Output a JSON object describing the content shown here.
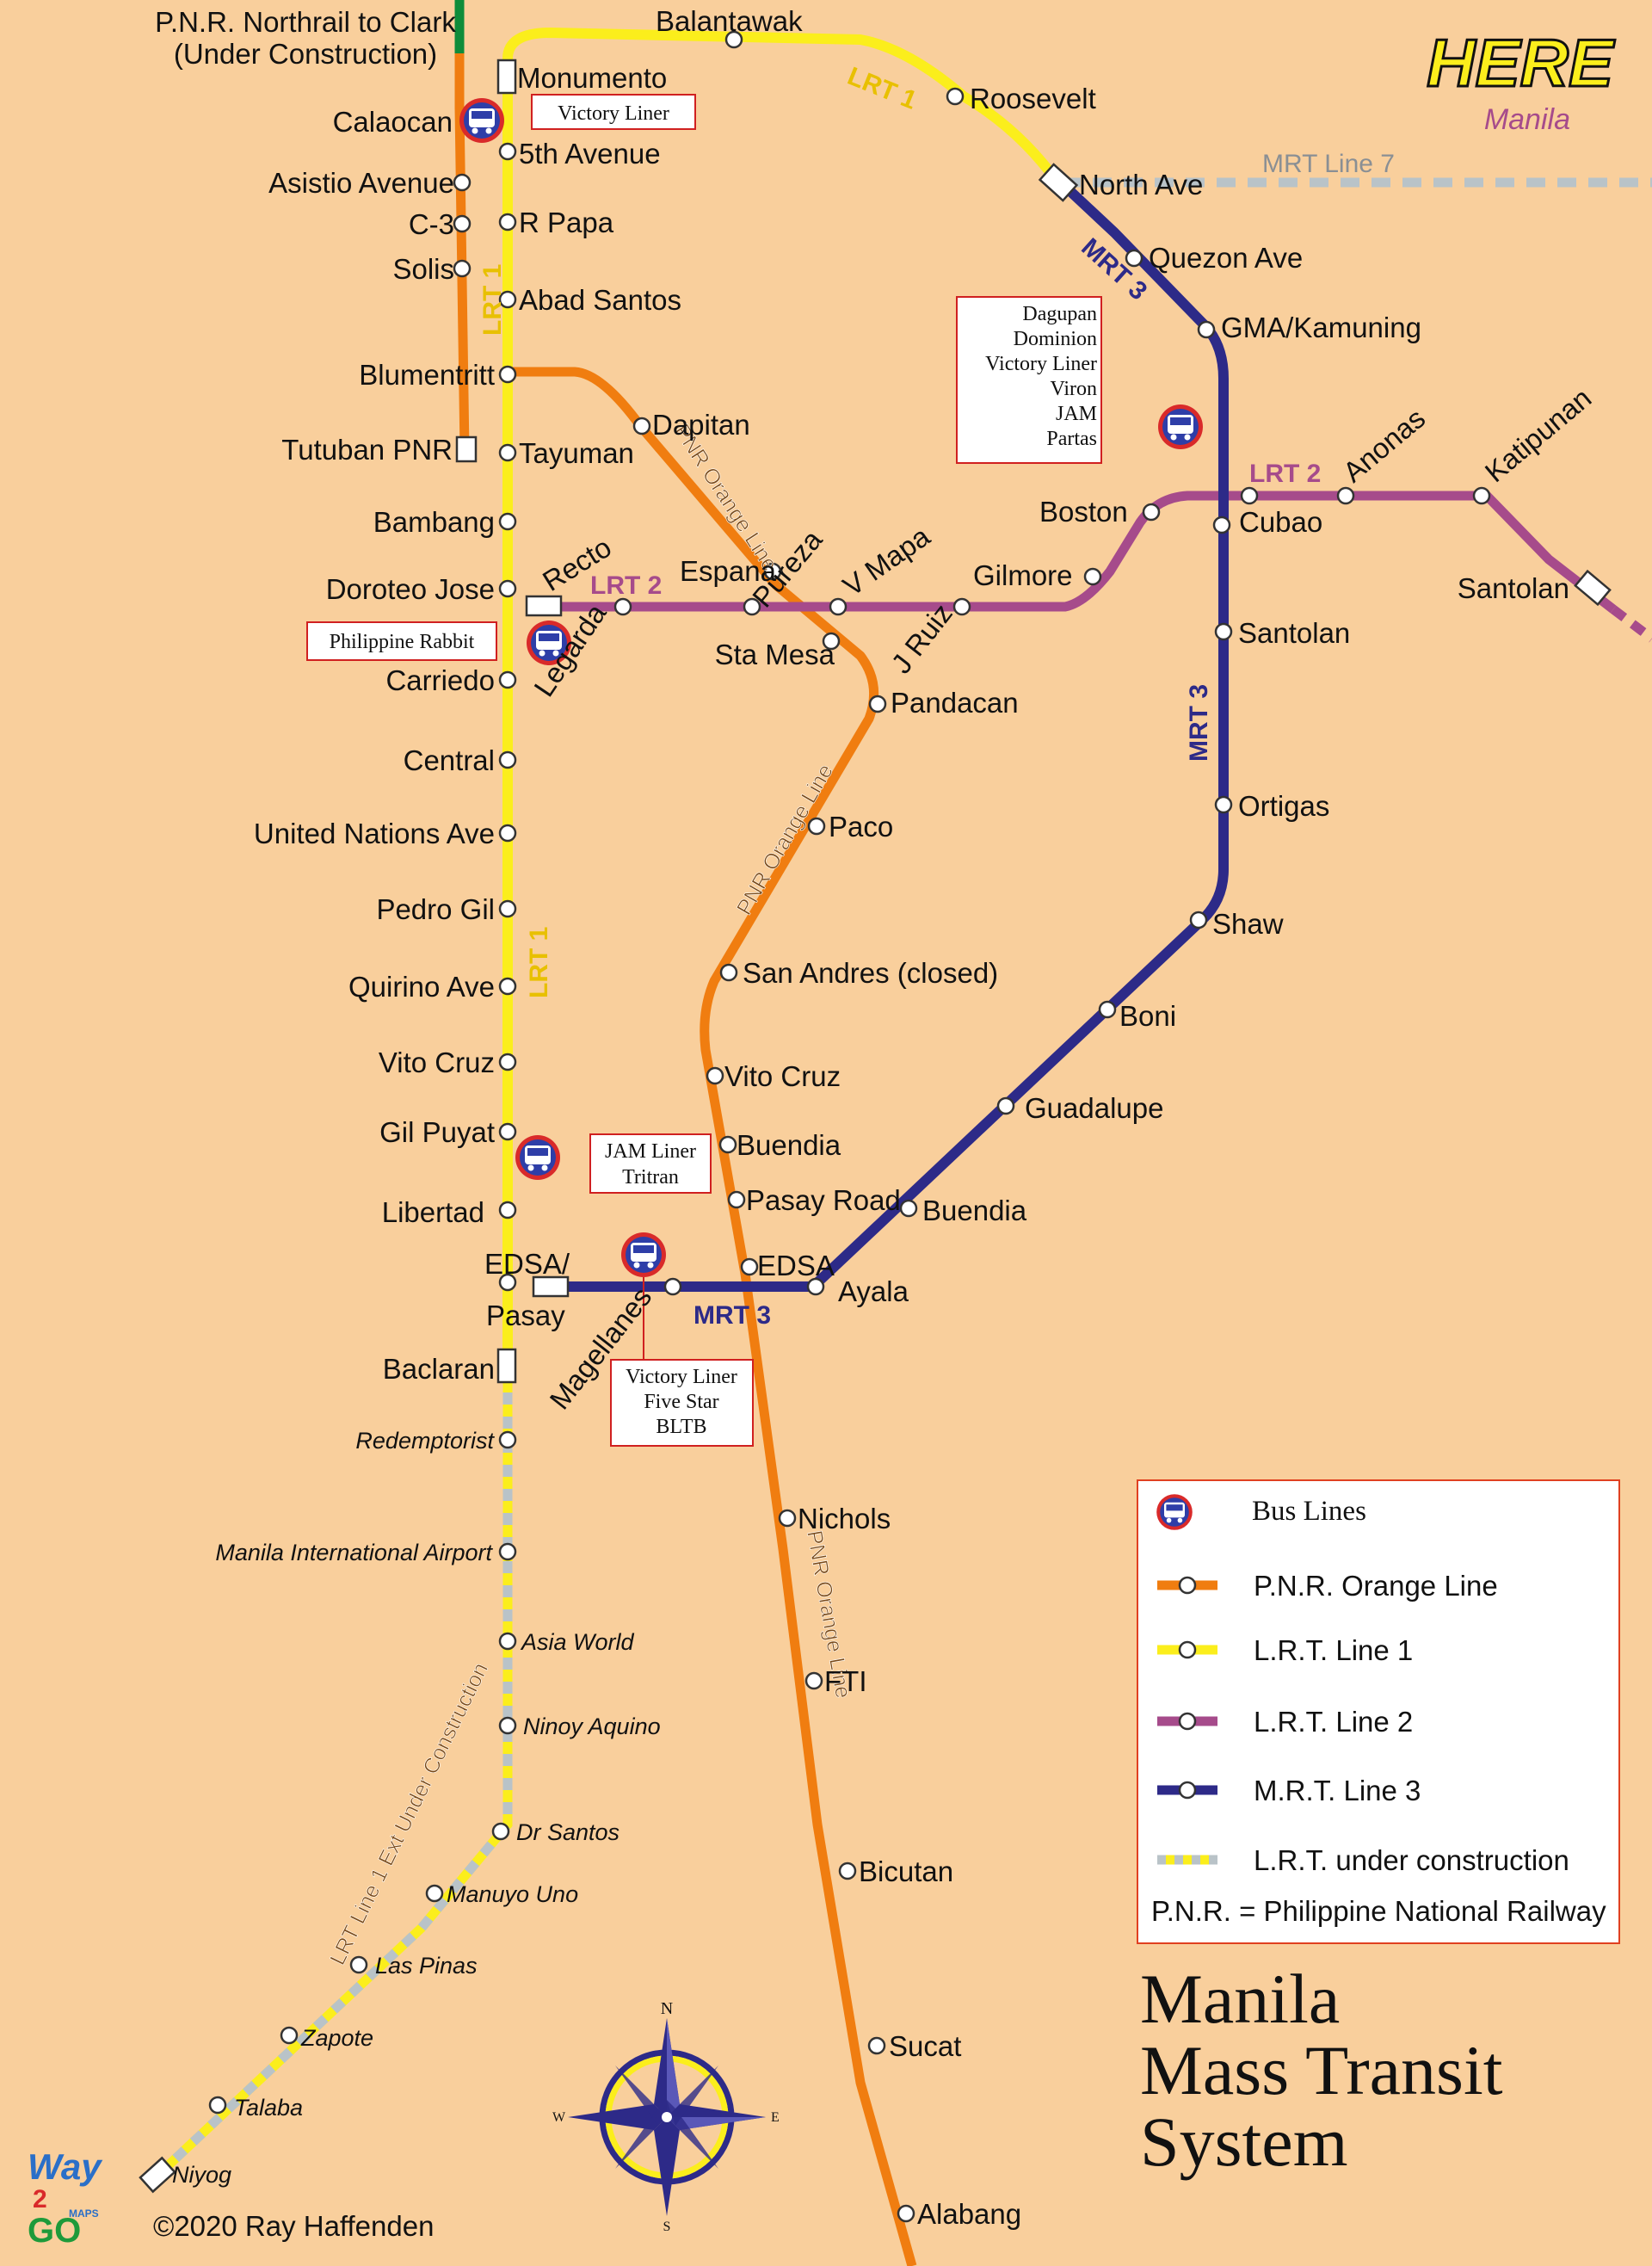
{
  "title": [
    "Manila",
    "Mass Transit",
    "System"
  ],
  "copyright": "©2020 Ray Haffenden",
  "brand": {
    "name": "HERE",
    "city": "Manila"
  },
  "way2go_logo": {
    "top": "Way",
    "middle": "2",
    "bottom": "GO",
    "sub": "MAPS"
  },
  "colors": {
    "background": "#f9cf9c",
    "pnr_orange": "#f07d10",
    "lrt1_yellow": "#fbee1c",
    "lrt2_purple": "#a64b8b",
    "mrt3_blue": "#2d2a88",
    "construction_grey": "#bfc4c8",
    "pnr_north_green": "#0e8c3a"
  },
  "line_labels": {
    "pnr_north": [
      "P.N.R. Northrail to Clark",
      "(Under Construction)"
    ],
    "lrt1": "LRT 1",
    "lrt2": "LRT 2",
    "mrt3": "MRT 3",
    "mrt7": "MRT Line 7",
    "pnr_orange": "PNR Orange Line",
    "lrt1_ext": "LRT Line 1 Ext Under Construction"
  },
  "stations": {
    "lrt1": [
      "Monumento",
      "5th Avenue",
      "R Papa",
      "Abad Santos",
      "Blumentritt",
      "Tayuman",
      "Bambang",
      "Doroteo Jose",
      "Carriedo",
      "Central",
      "United Nations Ave",
      "Pedro Gil",
      "Quirino Ave",
      "Vito Cruz",
      "Gil Puyat",
      "Libertad",
      "EDSA/",
      "Pasay",
      "Baclaran",
      "Balantawak",
      "Roosevelt"
    ],
    "lrt1_ext": [
      "Redemptorist",
      "Manila International Airport",
      "Asia World",
      "Ninoy Aquino",
      "Dr Santos",
      "Manuyo Uno",
      "Las Pinas",
      "Zapote",
      "Talaba",
      "Niyog"
    ],
    "pnr": [
      "Calaocan",
      "Asistio Avenue",
      "C-3",
      "Solis",
      "Tutuban PNR",
      "Dapitan",
      "Espana",
      "Sta Mesa",
      "Pandacan",
      "Paco",
      "San Andres (closed)",
      "Vito Cruz",
      "Buendia",
      "Pasay Road",
      "EDSA",
      "Nichols",
      "FTI",
      "Bicutan",
      "Sucat",
      "Alabang"
    ],
    "lrt2": [
      "Recto",
      "Legarda",
      "Pureza",
      "V Mapa",
      "J Ruiz",
      "Gilmore",
      "Boston",
      "Cubao",
      "Anonas",
      "Katipunan",
      "Santolan"
    ],
    "mrt3": [
      "North Ave",
      "Quezon Ave",
      "GMA/Kamuning",
      "Santolan",
      "Ortigas",
      "Shaw",
      "Boni",
      "Guadalupe",
      "Buendia",
      "Ayala",
      "Magellanes"
    ]
  },
  "bus_boxes": {
    "monumento": [
      "Victory Liner"
    ],
    "cubao": [
      "Dagupan",
      "Dominion",
      "Victory Liner",
      "Viron",
      "JAM",
      "Partas"
    ],
    "legarda": [
      "Philippine Rabbit"
    ],
    "gil_puyat": [
      "JAM Liner",
      "Tritran"
    ],
    "magellanes": [
      "Victory Liner",
      "Five Star",
      "BLTB"
    ]
  },
  "legend": {
    "bus": "Bus Lines",
    "pnr": "P.N.R. Orange Line",
    "lrt1": "L.R.T. Line 1",
    "lrt2": "L.R.T. Line 2",
    "mrt3": "M.R.T. Line 3",
    "construction": "L.R.T. under construction",
    "note": "P.N.R. = Philippine National Railway"
  },
  "compass": {
    "n": "N",
    "s": "S",
    "e": "E",
    "w": "W"
  }
}
